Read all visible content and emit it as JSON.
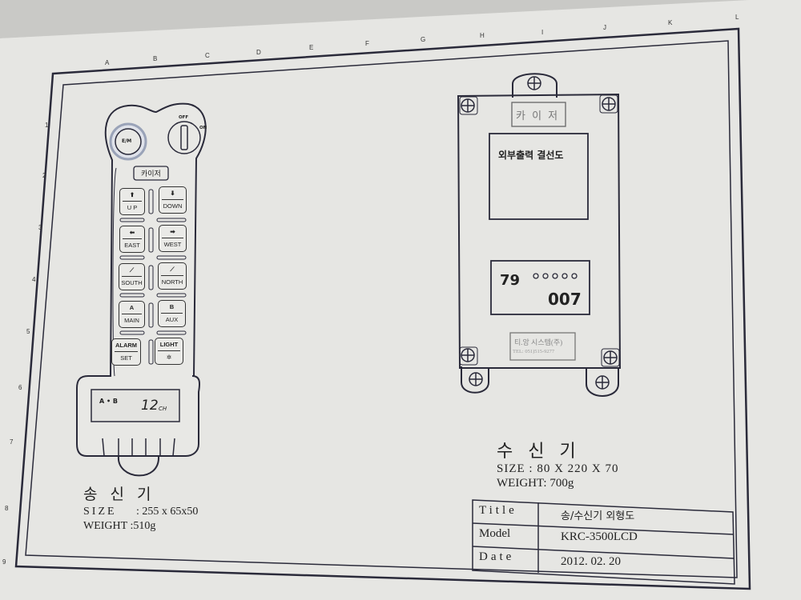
{
  "grid": {
    "columns": [
      "A",
      "B",
      "C",
      "D",
      "E",
      "F",
      "G",
      "H",
      "I",
      "J",
      "K",
      "L"
    ],
    "rows": [
      "1",
      "2",
      "3",
      "4",
      "5",
      "6",
      "7",
      "8",
      "9"
    ]
  },
  "transmitter": {
    "estop_label": "E/M",
    "key_off": "OFF",
    "key_on": "ON",
    "brand_label": "카이저",
    "buttons": [
      {
        "top": "⬆",
        "bottom": "U P"
      },
      {
        "top": "⬇",
        "bottom": "DOWN"
      },
      {
        "top": "⬅",
        "bottom": "EAST"
      },
      {
        "top": "➡",
        "bottom": "WEST"
      },
      {
        "top": "⟋",
        "bottom": "SOUTH"
      },
      {
        "top": "⟋",
        "bottom": "NORTH"
      },
      {
        "top": "A",
        "bottom": "MAIN"
      },
      {
        "top": "B",
        "bottom": "AUX"
      },
      {
        "top": "ALARM",
        "bottom": "SET"
      },
      {
        "top": "LIGHT",
        "bottom": "✲"
      }
    ],
    "lcd": {
      "line1": "A • B",
      "value": "12",
      "unit": "CH"
    },
    "name": "송 신 기",
    "size_label": "SIZE",
    "size_value": ": 255 x 65x50",
    "weight": "WEIGHT :510g"
  },
  "receiver": {
    "brand_label": "카 이 저",
    "wiring_title": "외부출력 결선도",
    "display_top": "79",
    "display_bottom": "007",
    "maker_label": "티.앙 시스템(주)",
    "maker_tel": "TEL: 051)515-9277",
    "name": "수 신 기",
    "size": "SIZE : 80 X 220 X 70",
    "weight": "WEIGHT: 700g"
  },
  "title_block": {
    "rows": [
      {
        "label": "Title",
        "value": "송/수신기 외형도"
      },
      {
        "label": "Model",
        "value": "KRC-3500LCD"
      },
      {
        "label": "Date",
        "value": "2012. 02. 20"
      }
    ]
  }
}
